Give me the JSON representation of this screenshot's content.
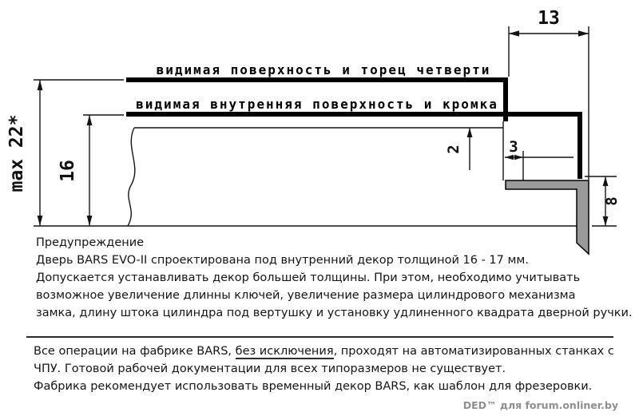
{
  "drawing": {
    "dim_13": "13",
    "label_top_surface": "видимая поверхность и торец четверти",
    "label_inner_surface": "видимая внутренняя поверхность и кромка",
    "dim_max22": "max 22*",
    "dim_16": "16",
    "dim_2": "2",
    "dim_3": "3",
    "dim_8": "8"
  },
  "colors": {
    "drawing_line": "#000000",
    "decor_strip_gray": "#9a9a9a",
    "watermark_gray": "#8f8f8f"
  },
  "warning": {
    "title": "Предупреждение",
    "lines": [
      "Дверь BARS EVO-II спроектирована под внутренний декор толщиной 16 - 17 мм.",
      "Допускается устанавливать декор большей толщины. При этом, необходимо учитывать",
      "возможное увеличение длинны ключей, увеличение размера цилиндрового механизма",
      "замка, длину штока цилиндра под вертушку и установку удлиненного квадрата дверной ручки."
    ]
  },
  "factory_note": {
    "line1_pre": "Все операции на фабрике BARS, ",
    "line1_underlined": "без исключения",
    "line1_post": ", проходят на автоматизированных станках с",
    "lines": [
      "ЧПУ. Готовой рабочей документации для всех типоразмеров не существует.",
      "Фабрика рекомендует использовать временный декор BARS, как шаблон для фрезеровки."
    ]
  },
  "watermark": "DED™ для forum.onliner.by"
}
